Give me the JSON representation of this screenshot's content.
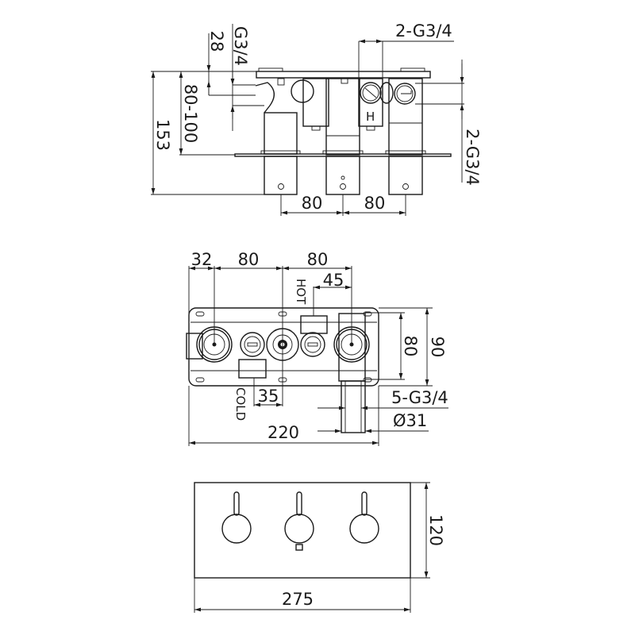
{
  "top_view": {
    "dim_g34": "G3/4",
    "dim_28": "28",
    "dim_80_100": "80-100",
    "dim_153": "153",
    "dim_2g34_top": "2-G3/4",
    "dim_2g34_right": "2-G3/4",
    "dim_80_left": "80",
    "dim_80_right": "80"
  },
  "front_view": {
    "dim_32": "32",
    "dim_80_a": "80",
    "dim_80_b": "80",
    "dim_45": "45",
    "label_hot": "HOT",
    "label_cold": "COLD",
    "dim_35": "35",
    "dim_80_v": "80",
    "dim_90_v": "90",
    "dim_5g34": "5-G3/4",
    "dim_d31": "Ø31",
    "dim_220": "220"
  },
  "plate_view": {
    "dim_120": "120",
    "dim_275": "275"
  },
  "colors": {
    "line": "#1a1a1a",
    "background": "#ffffff"
  }
}
